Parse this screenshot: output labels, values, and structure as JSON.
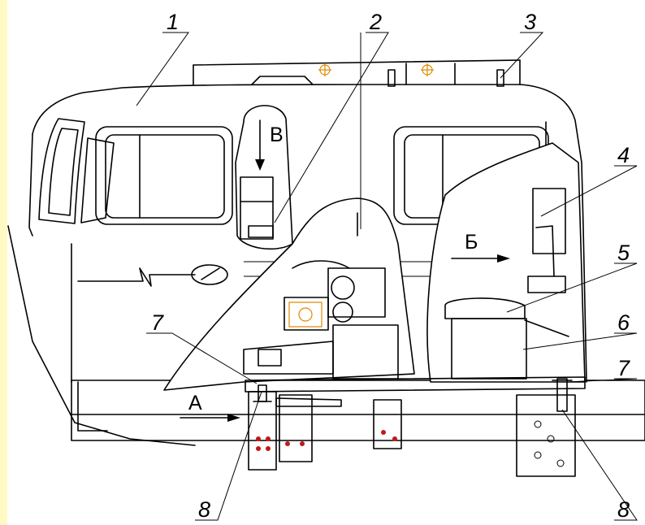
{
  "callouts": {
    "c1": "1",
    "c2": "2",
    "c3": "3",
    "c4": "4",
    "c5": "5",
    "c6": "6",
    "c7_left": "7",
    "c7_right": "7",
    "c8_left": "8",
    "c8_right": "8"
  },
  "view_markers": {
    "a": "А",
    "b": "Б",
    "v": "В"
  },
  "colors": {
    "left_strip": "#fff9c4",
    "fastener_accent": "#c01818",
    "mark_accent": "#e08a00"
  }
}
